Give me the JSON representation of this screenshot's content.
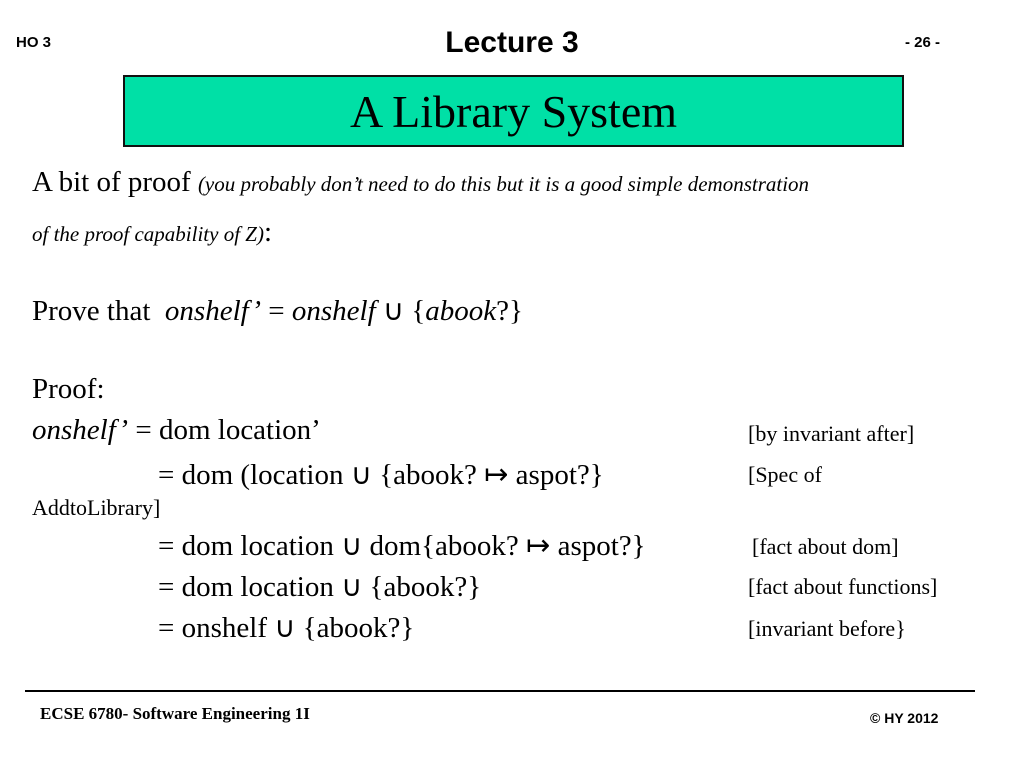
{
  "header": {
    "handout": "HO  3",
    "lecture": "Lecture  3",
    "page": "- 26 -"
  },
  "title": "A Library System",
  "intro": {
    "lead": "A bit of proof",
    "note_a": "(you probably don’t need to do this but it is a good simple demonstration",
    "note_b": "of the proof capability of Z)",
    "colon": ":"
  },
  "prove": {
    "prefix": "Prove that",
    "lhs": "onshelf’",
    "eq": "=",
    "rhs_var": "onshelf",
    "union": "∪",
    "open": "{",
    "elem": "abook",
    "close": "?}"
  },
  "proof_heading": "Proof:",
  "proof_lines": [
    {
      "label": "onshelf’",
      "expr": "= dom location’",
      "reason": "[by invariant after]"
    },
    {
      "expr": "= dom (location ∪ {abook? ↦ aspot?}",
      "reason": "[Spec of"
    },
    {
      "continuation": "AddtoLibrary]"
    },
    {
      "expr": "= dom location ∪ dom{abook? ↦ aspot?}",
      "reason": "[fact about dom]"
    },
    {
      "expr": "= dom location ∪ {abook?}",
      "reason": "[fact about functions]"
    },
    {
      "expr": "= onshelf ∪ {abook?}",
      "reason": "[invariant before}"
    }
  ],
  "footer": {
    "course": "ECSE 6780- Software Engineering 1I",
    "copyright": "© HY  2012"
  },
  "colors": {
    "title_box": "#00e0a6"
  }
}
